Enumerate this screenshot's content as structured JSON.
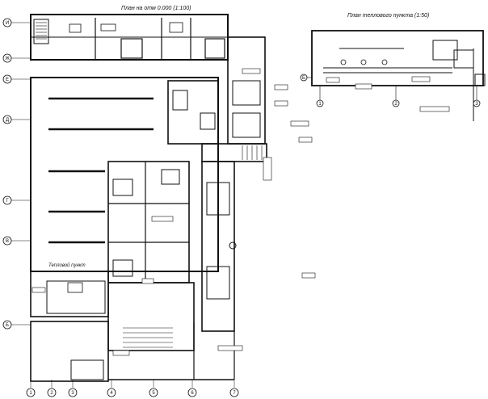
{
  "sheet": {
    "title_main": "План на отм 0.000 (1:100)",
    "title_detail": "План теплового пункта (1:50)",
    "room_heat_point": "Тепловой пункт"
  },
  "axes_left": [
    "И",
    "Ж",
    "Е",
    "Д",
    "Г",
    "В",
    "Б"
  ],
  "axes_bottom": [
    "1",
    "2",
    "3",
    "4",
    "5",
    "6",
    "7"
  ],
  "axes_detail": [
    "1",
    "2",
    "3",
    "Б"
  ]
}
